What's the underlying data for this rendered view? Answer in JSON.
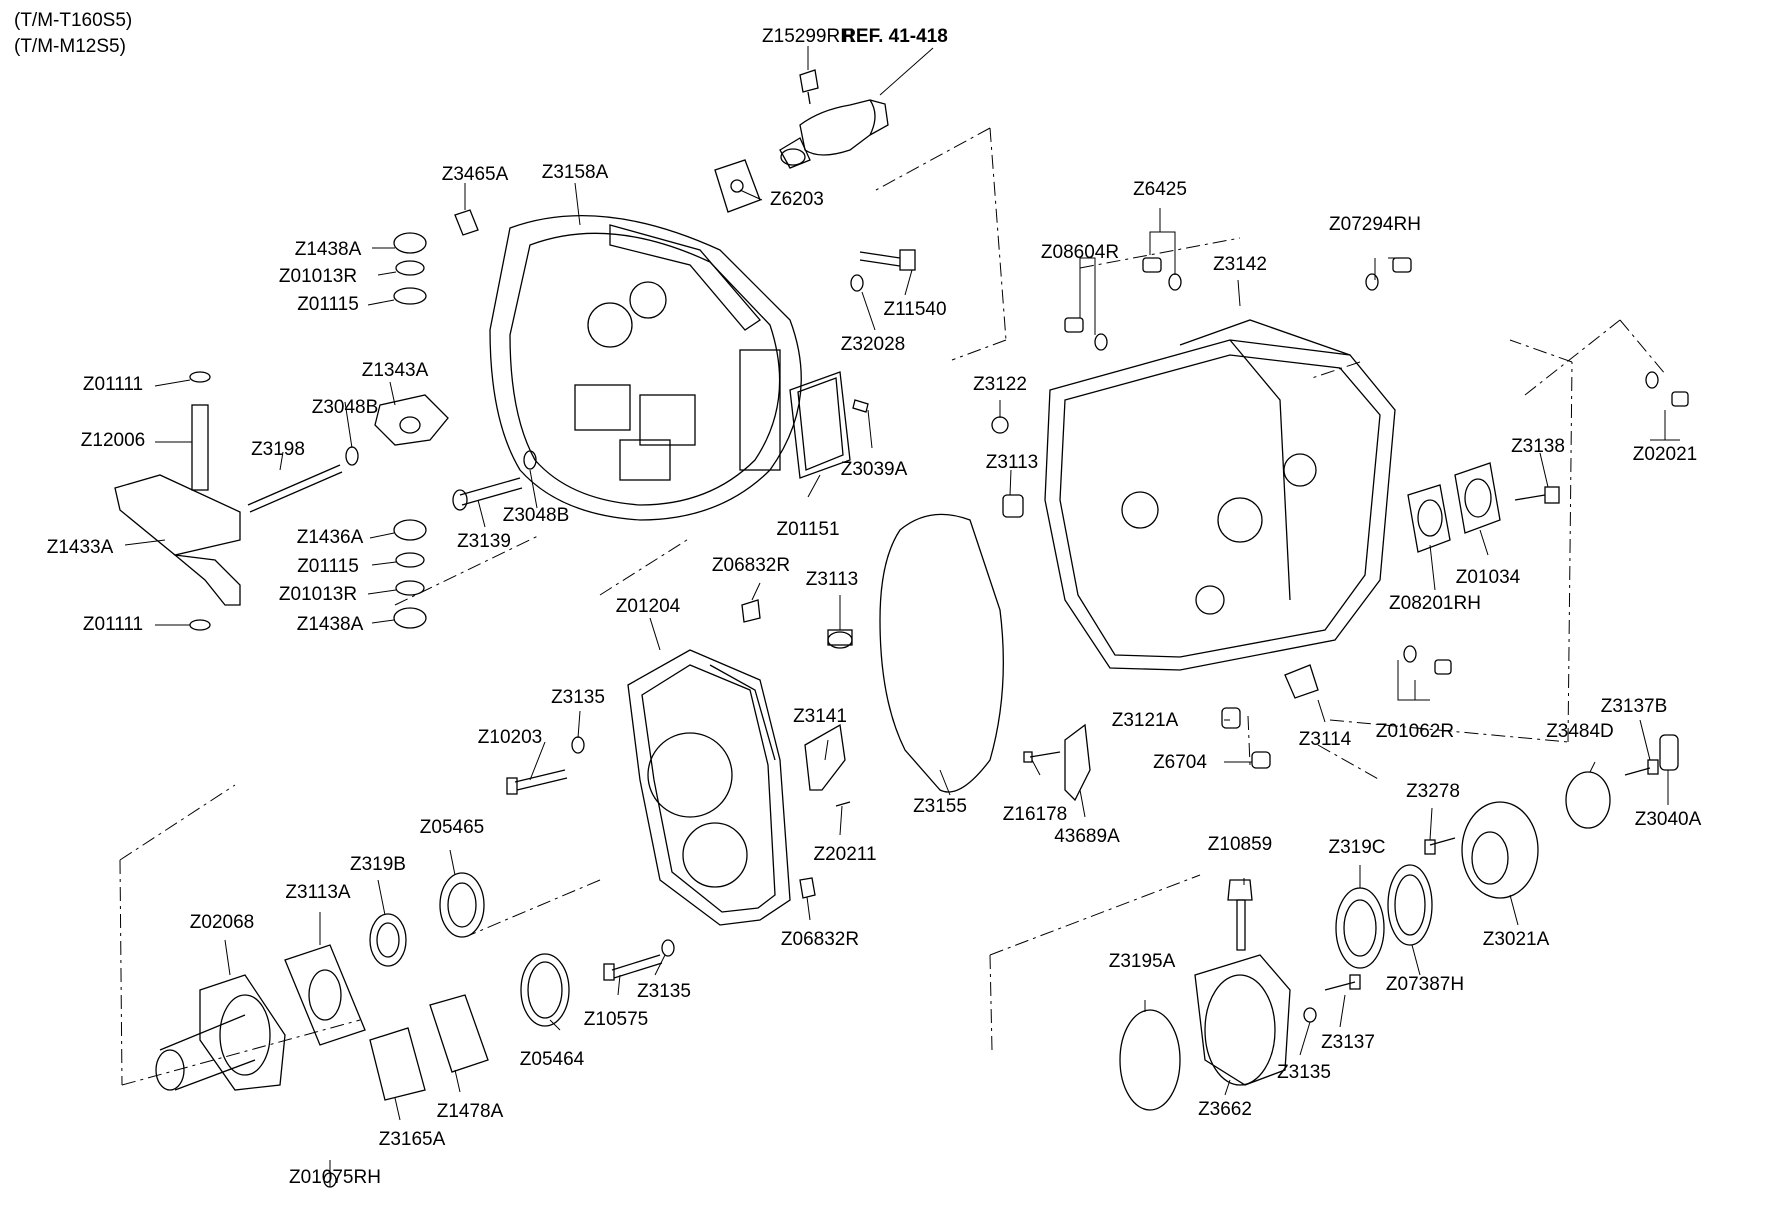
{
  "header": {
    "line1": "(T/M-T160S5)",
    "line2": "(T/M-M12S5)"
  },
  "reference": "REF. 41-418",
  "labels": [
    "Z15299RH",
    "Z6203",
    "Z3465A",
    "Z3158A",
    "Z1438A",
    "Z01013R",
    "Z01115",
    "Z1343A",
    "Z3048B",
    "Z01111",
    "Z12006",
    "Z3198",
    "Z1433A",
    "Z1436A",
    "Z01115",
    "Z01013R",
    "Z01111",
    "Z1438A",
    "Z3139",
    "Z3048B",
    "Z11540",
    "Z32028",
    "Z3039A",
    "Z01151",
    "Z6425",
    "Z08604R",
    "Z3142",
    "Z07294RH",
    "Z3122",
    "Z3113",
    "Z02021",
    "Z3138",
    "Z01034",
    "Z08201RH",
    "Z06832R",
    "Z3113",
    "Z01204",
    "Z3135",
    "Z10203",
    "Z3141",
    "Z20211",
    "Z06832R",
    "Z3135",
    "Z10575",
    "Z05465",
    "Z05464",
    "Z319B",
    "Z3113A",
    "Z02068",
    "Z1478A",
    "Z3165A",
    "Z01075RH",
    "Z3155",
    "Z16178",
    "43689A",
    "Z3121A",
    "Z6704",
    "Z3114",
    "Z01062R",
    "Z3137B",
    "Z3484D",
    "Z3040A",
    "Z3278",
    "Z10859",
    "Z319C",
    "Z3021A",
    "Z07387H",
    "Z3195A",
    "Z3137",
    "Z3135",
    "Z3662"
  ]
}
